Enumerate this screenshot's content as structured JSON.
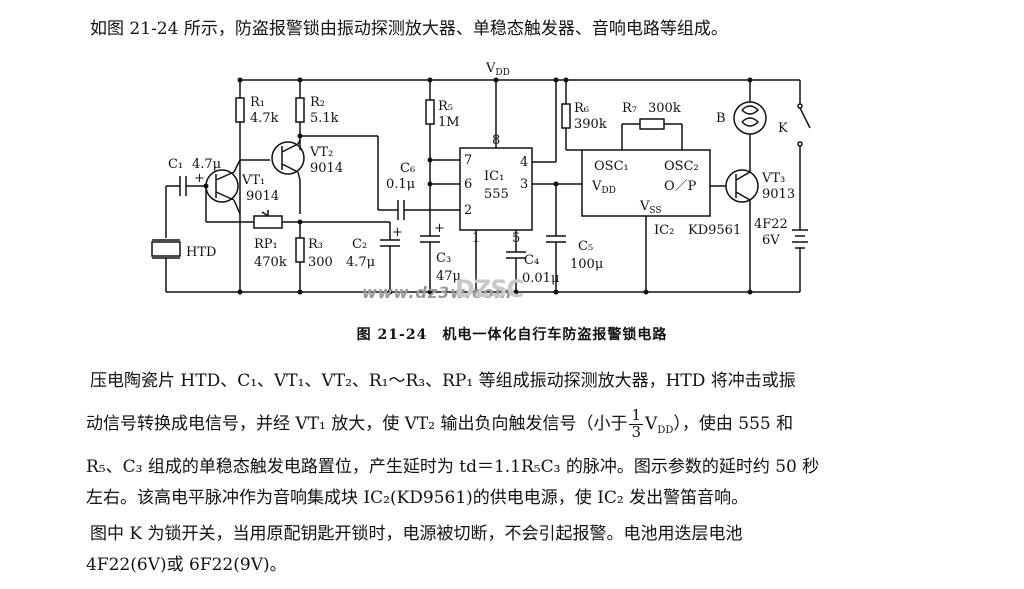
{
  "intro": "如图 21-24 所示，防盗报警锁由振动探测放大器、单稳态触发器、音响电路等组成。",
  "caption": "图 21-24　机电一体化自行车防盗报警锁电路",
  "para1": {
    "line1": "压电陶瓷片 HTD、C₁、VT₁、VT₂、R₁～R₃、RP₁ 等组成振动探测放大器，HTD 将冲击或振",
    "line2_before": "动信号转换成电信号，并经 VT₁ 放大，使 VT₂ 输出负向触发信号（小于",
    "frac_num": "1",
    "frac_den": "3",
    "line2_after": "V",
    "line2_sub": "DD",
    "line2_end": "），使由 555 和",
    "line3": "R₅、C₃ 组成的单稳态触发电路置位，产生延时为 td＝1.1R₅C₃ 的脉冲。图示参数的延时约 50 秒",
    "line4": "左右。该高电平脉冲作为音响集成块 IC₂(KD9561)的供电电源，使 IC₂ 发出警笛音响。"
  },
  "para2": {
    "line1": "图中 K 为锁开关，当用原配钥匙开锁时，电源被切断，不会引起报警。电池用迭层电池",
    "line2": "4F22(6V)或 6F22(9V)。"
  },
  "watermark": {
    "url": "www.dz3w.com",
    "logo": "DZSC"
  },
  "circuit": {
    "vdd": "V",
    "vdd_sub": "DD",
    "R1": "R₁",
    "R1_val": "4.7k",
    "R2": "R₂",
    "R2_val": "5.1k",
    "R3": "R₃",
    "R3_val": "300",
    "R5": "R₅",
    "R5_val": "1M",
    "R6": "R₆",
    "R6_val": "390k",
    "R7": "R₇",
    "R7_val": "300k",
    "RP1": "RP₁",
    "RP1_val": "470k",
    "C1": "C₁",
    "C1_val": "4.7μ",
    "C2": "C₂",
    "C2_val": "4.7μ",
    "C3": "C₃",
    "C3_val": "47μ",
    "C4": "C₄",
    "C4_val": "0.01μ",
    "C5": "C₅",
    "C5_val": "100μ",
    "C6": "C₆",
    "C6_val": "0.1μ",
    "VT1": "VT₁",
    "VT1_type": "9014",
    "VT2": "VT₂",
    "VT2_type": "9014",
    "VT3": "VT₃",
    "VT3_type": "9013",
    "IC1": "IC₁",
    "IC1_type": "555",
    "IC2": "IC₂",
    "IC2_type": "KD9561",
    "HTD": "HTD",
    "B": "B",
    "K": "K",
    "battery": "4F22",
    "battery_v": "6V",
    "osc1": "OSC₁",
    "osc2": "OSC₂",
    "ic2_vdd": "V",
    "ic2_vdd_sub": "DD",
    "op": "O／P",
    "vss": "V",
    "vss_sub": "SS",
    "pin7": "7",
    "pin8": "8",
    "pin6": "6",
    "pin4": "4",
    "pin2": "2",
    "pin3": "3",
    "pin1": "1",
    "pin5": "5",
    "plus": "+"
  }
}
